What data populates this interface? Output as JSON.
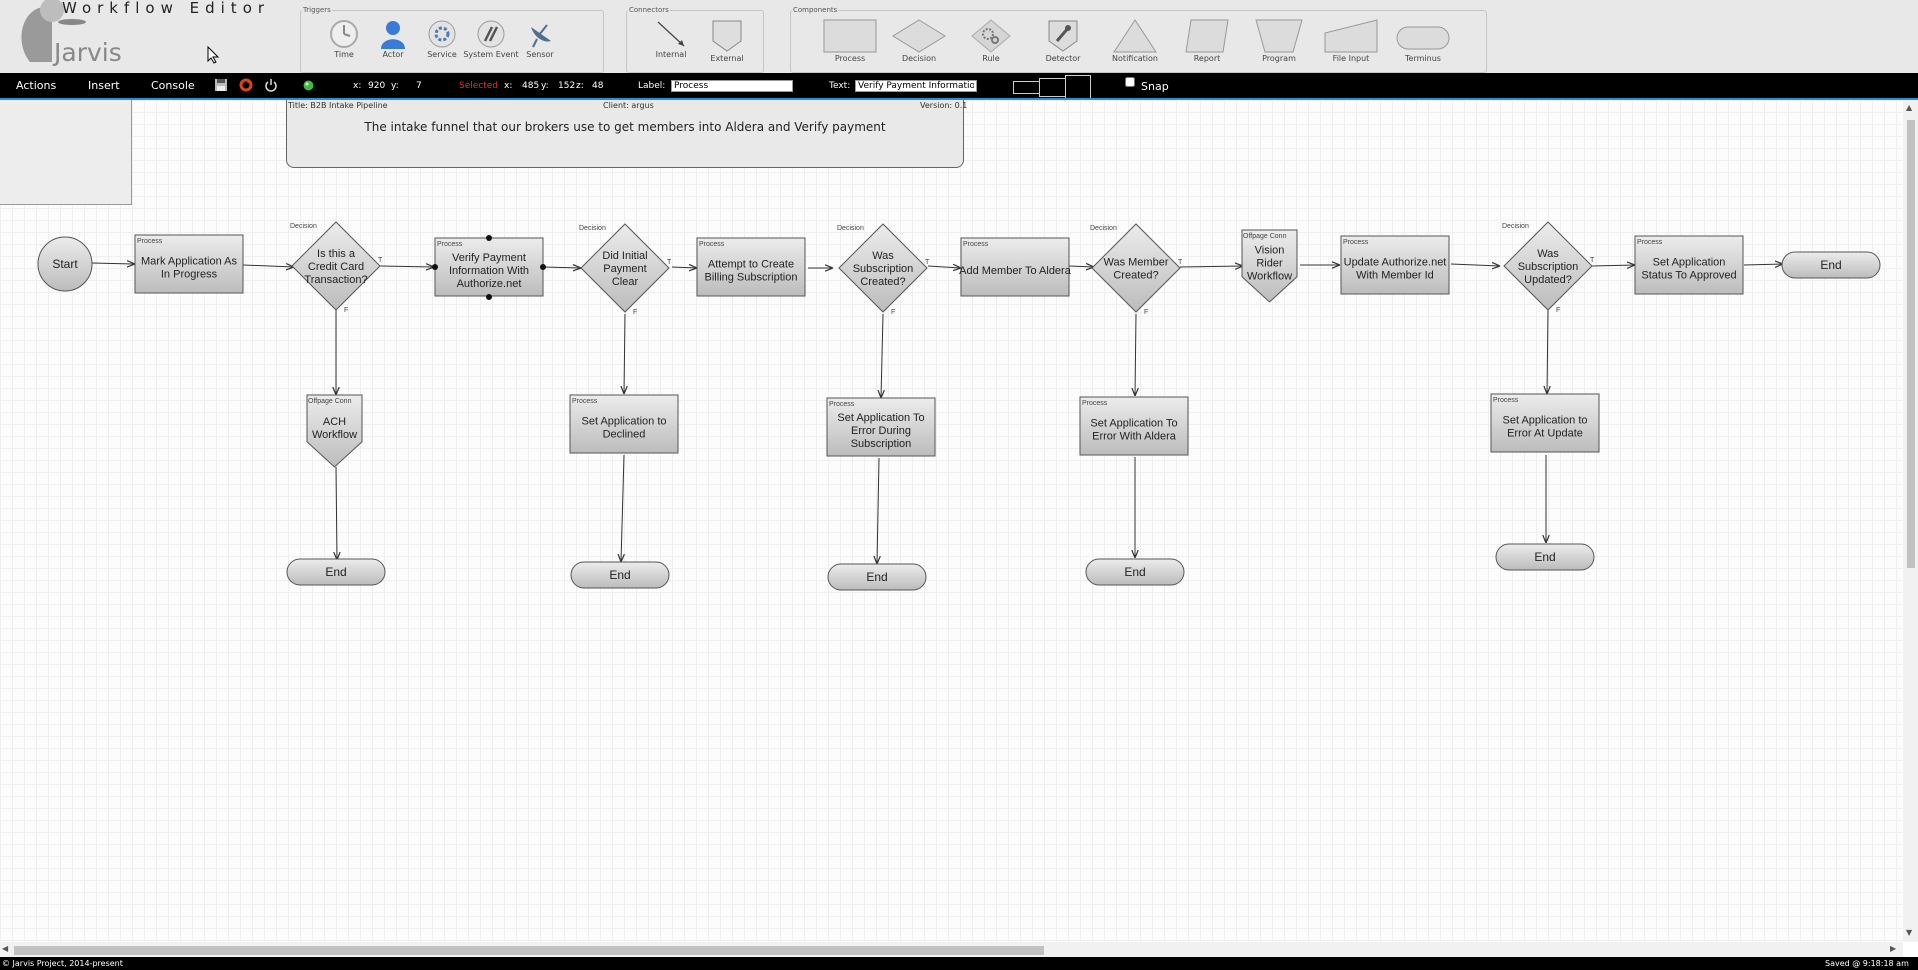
{
  "app": {
    "title": "Workflow Editor",
    "name": "Jarvis"
  },
  "palette": {
    "triggers": {
      "title": "Triggers",
      "items": [
        "Time",
        "Actor",
        "Service",
        "System Event",
        "Sensor"
      ]
    },
    "connectors": {
      "title": "Connectors",
      "items": [
        "Internal",
        "External"
      ]
    },
    "components": {
      "title": "Components",
      "items": [
        "Process",
        "Decision",
        "Rule",
        "Detector",
        "Notification",
        "Report",
        "Program",
        "File Input",
        "Terminus"
      ]
    }
  },
  "toolbar": {
    "menus": [
      "Actions",
      "Insert",
      "Console"
    ],
    "cursor_x_label": "x:",
    "cursor_x": "920",
    "cursor_y_label": "y:",
    "cursor_y": "7",
    "selected_label": "Selected",
    "sel_x_label": "x:",
    "sel_x": "485",
    "sel_y_label": "y:",
    "sel_y": "152",
    "sel_z_label": "z:",
    "sel_z": "48",
    "label_label": "Label:",
    "label_value": "Process",
    "text_label": "Text:",
    "text_value": "Verify Payment Information Wi",
    "snap_label": "Snap"
  },
  "project_info": {
    "title": "Title: B2B Intake Pipeline",
    "client": "Client: argus",
    "version": "Version: 0.1",
    "description": "The intake funnel that our brokers use to get members into Aldera and Verify payment"
  },
  "flow": {
    "type_labels": {
      "process": "Process",
      "decision": "Decision",
      "offpage": "Offpage Conn"
    },
    "true_label": "T",
    "false_label": "F",
    "nodes": {
      "start": "Start",
      "mark_in_progress": "Mark Application As In Progress",
      "is_credit_card": "Is this a Credit Card Transaction?",
      "verify_payment": "Verify Payment Information With Authorize.net",
      "did_initial_clear": "Did Initial Payment Clear",
      "create_billing": "Attempt to Create Billing Subscription",
      "was_sub_created": "Was Subscription Created?",
      "add_member": "Add Member To Aldera",
      "was_member_created": "Was Member Created?",
      "vision_rider": "Vision Rider Workflow",
      "update_authorize": "Update Authorize.net With Member Id",
      "was_sub_updated": "Was Subscription Updated?",
      "set_approved": "Set Application Status To Approved",
      "end_main": "End",
      "ach_workflow": "ACH Workflow",
      "set_declined": "Set Application to Declined",
      "set_err_subscription": "Set Application To Error During Subscription",
      "set_err_aldera": "Set Application To Error With Aldera",
      "set_err_update": "Set Application to Error At Update",
      "end_1": "End",
      "end_2": "End",
      "end_3": "End",
      "end_4": "End",
      "end_5": "End"
    }
  },
  "status": {
    "copyright": "© Jarvis Project, 2014-present",
    "saved": "Saved @ 9:18:18 am"
  }
}
